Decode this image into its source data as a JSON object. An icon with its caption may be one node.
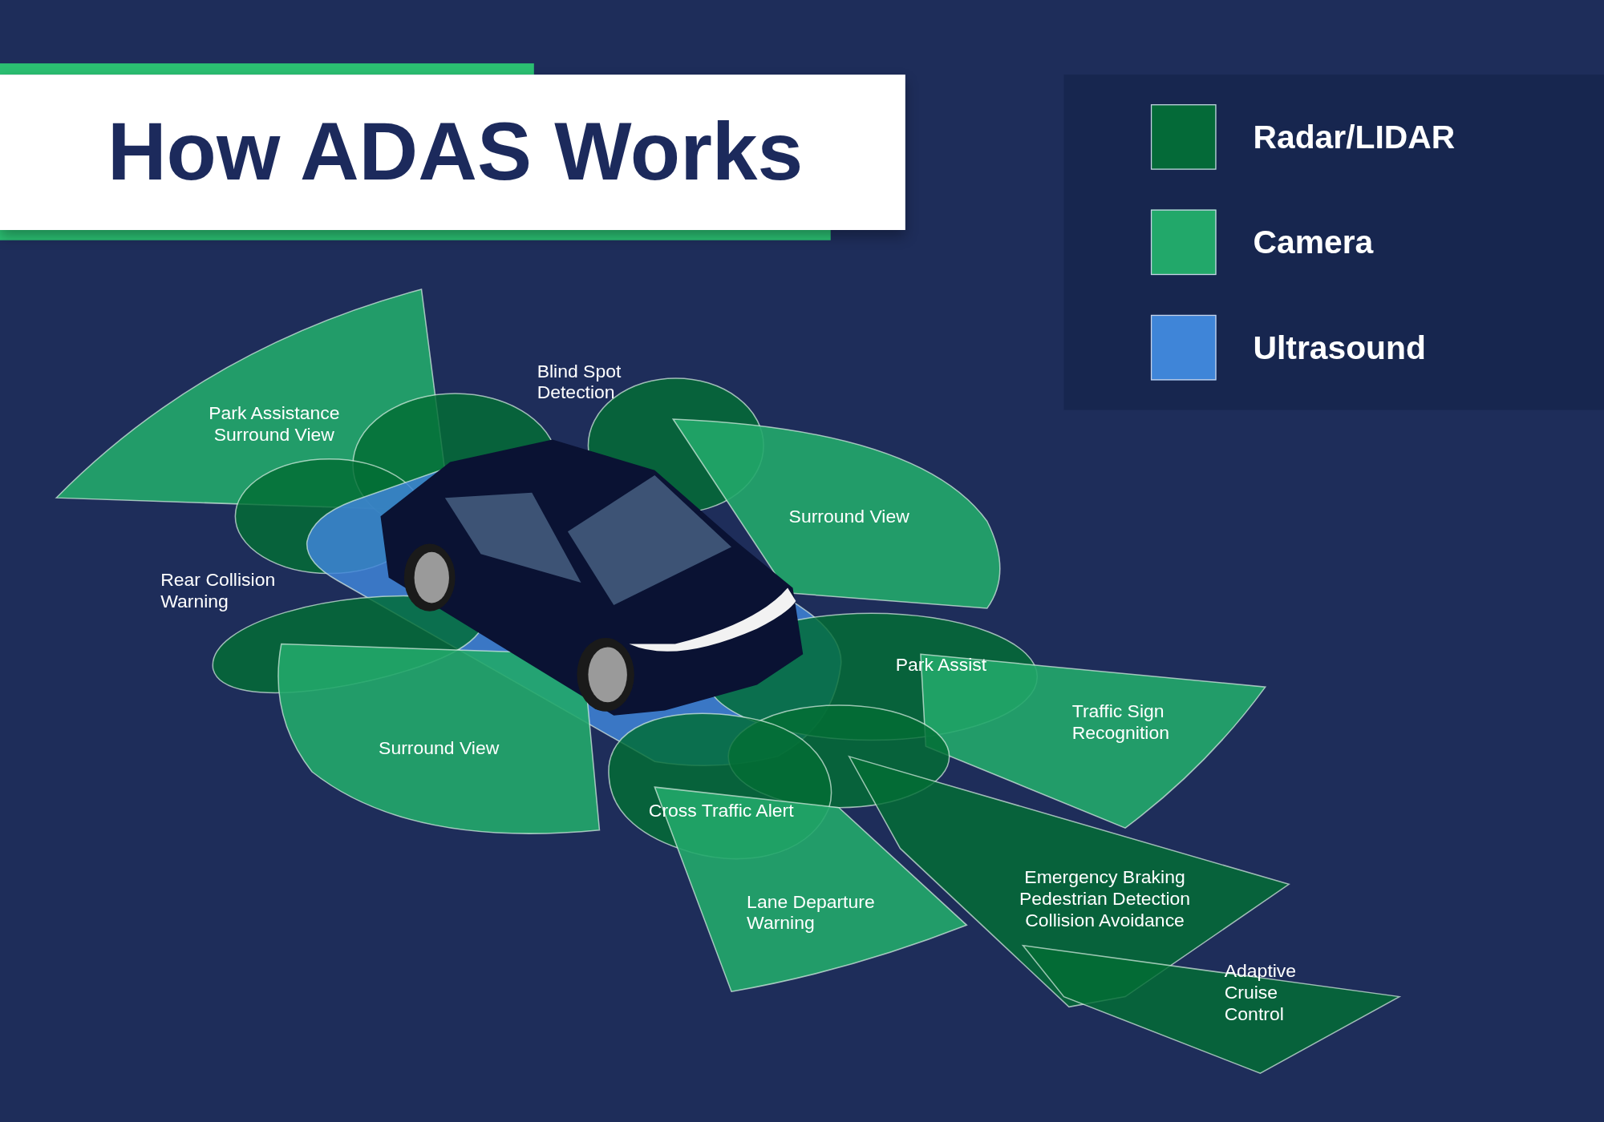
{
  "diagram": {
    "title": "How ADAS Works",
    "nodes": [
      {
        "text": [
          "Park Assistance Surround View"
        ]
      },
      {
        "text": [
          "Blind Spot Detection"
        ]
      },
      {
        "text": [],
        "shape": "ellipse"
      },
      {
        "text": [
          "Surround View"
        ]
      },
      {
        "text": [],
        "shape": "ellipse"
      },
      {
        "text": [],
        "shape": "box"
      },
      {
        "text": [
          "Rear Collision Warning"
        ]
      },
      {
        "text": [
          "Park Assist"
        ]
      },
      {
        "text": [
          "Traffic Sign Recognition"
        ]
      },
      {
        "text": [
          "Surround View"
        ]
      },
      {
        "text": [],
        "shape": "ellipse"
      },
      {
        "text": [
          "Cross Traffic Alert"
        ]
      },
      {
        "text": [
          "Emergency Braking",
          "Pedestrian Detection",
          "Collision Avoidance"
        ]
      },
      {
        "text": [
          "Lane Departure Warning"
        ]
      },
      {
        "text": [
          "Adaptive Cruise Control"
        ]
      }
    ],
    "legend": [
      {
        "text": "Radar/LIDAR",
        "color": "#046a38"
      },
      {
        "text": "Camera",
        "color": "#22a86a"
      },
      {
        "text": "Ultrasound",
        "color": "#3f85d8"
      }
    ]
  }
}
